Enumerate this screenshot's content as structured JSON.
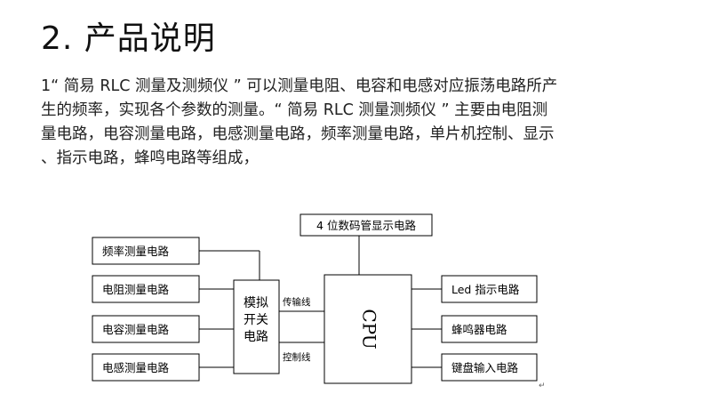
{
  "heading": "2. 产品说明",
  "paragraph_lines": [
    "1“ 简易 RLC 测量及测频仪 ” 可以测量电阻、电容和电感对应振荡电路所产",
    "生的频率，实现各个参数的测量。“ 简易 RLC 测量测频仪 ” 主要由电阻测",
    "量电路，电容测量电路，电感测量电路，频率测量电路，单片机控制、显示",
    "、指示电路，蜂鸣电路等组成，"
  ],
  "diagram": {
    "display_box": "4 位数码管显示电路",
    "left_boxes": [
      "频率测量电路",
      "电阻测量电路",
      "电容测量电路",
      "电感测量电路"
    ],
    "mux": [
      "模拟",
      "开关",
      "电路"
    ],
    "transmit_line": "传输线",
    "control_line": "控制线",
    "cpu": "CPU",
    "right_boxes": [
      "Led 指示电路",
      "蜂鸣器电路",
      "键盘输入电路"
    ],
    "return_mark": "↵"
  }
}
